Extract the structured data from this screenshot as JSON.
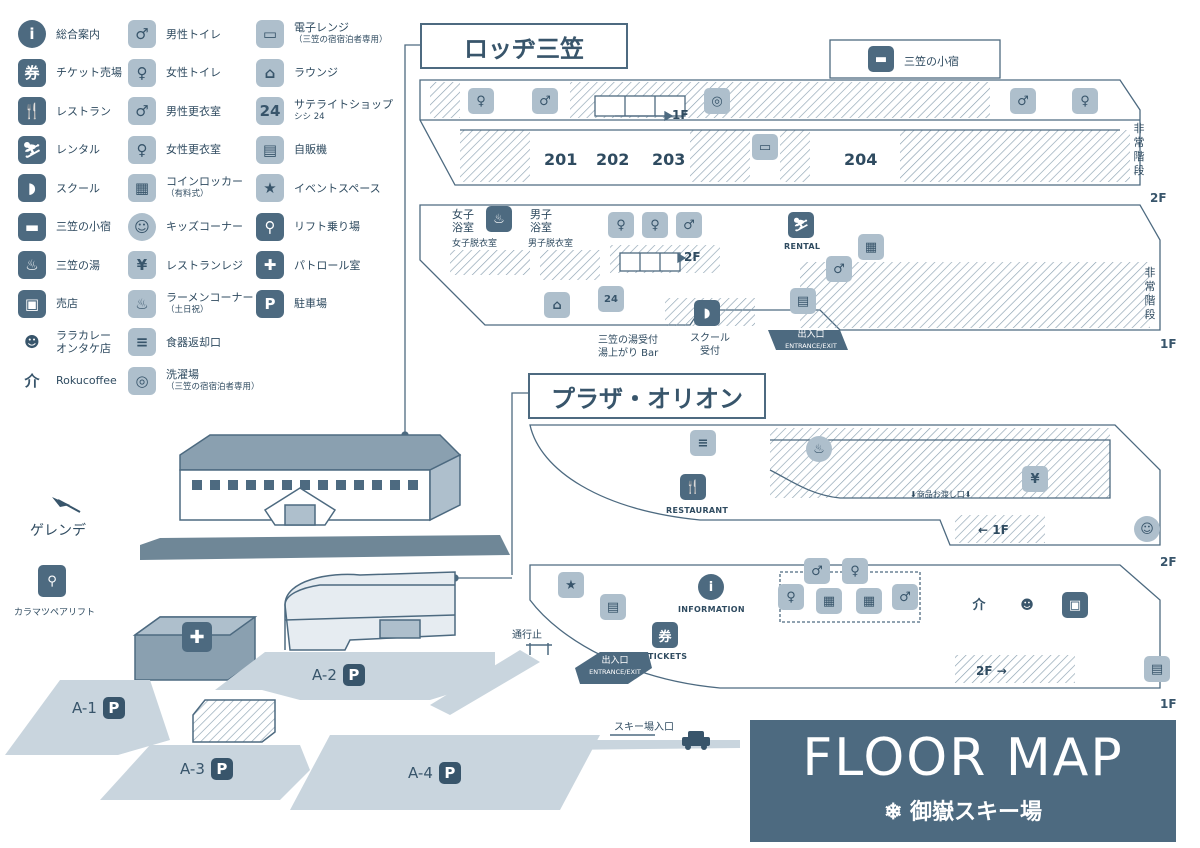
{
  "legend": [
    {
      "icon": "information-icon",
      "glyph": "i",
      "label": "総合案内",
      "round": true
    },
    {
      "icon": "ticket-counter-icon",
      "glyph": "券",
      "label": "チケット売場"
    },
    {
      "icon": "restaurant-icon",
      "glyph": "🍴",
      "label": "レストラン"
    },
    {
      "icon": "rental-icon",
      "glyph": "⛷",
      "label": "レンタル"
    },
    {
      "icon": "school-icon",
      "glyph": "◗",
      "label": "スクール"
    },
    {
      "icon": "lodge-bed-icon",
      "glyph": "▬",
      "label": "三笠の小宿"
    },
    {
      "icon": "hot-spring-icon",
      "glyph": "♨",
      "label": "三笠の湯"
    },
    {
      "icon": "shop-bag-icon",
      "glyph": "▣",
      "label": "売店"
    },
    {
      "icon": "curry-shop-icon",
      "glyph": "☻",
      "label": "ララカレー\nオンタケ店",
      "round": true,
      "plain": true
    },
    {
      "icon": "roku-coffee-icon",
      "glyph": "介",
      "label": "Rokucoffee",
      "plain": true
    },
    {
      "icon": "mens-toilet-icon",
      "glyph": "♂",
      "label": "男性トイレ",
      "light": true
    },
    {
      "icon": "womens-toilet-icon",
      "glyph": "♀",
      "label": "女性トイレ",
      "light": true
    },
    {
      "icon": "mens-changing-icon",
      "glyph": "♂",
      "label": "男性更衣室",
      "light": true
    },
    {
      "icon": "womens-changing-icon",
      "glyph": "♀",
      "label": "女性更衣室",
      "light": true
    },
    {
      "icon": "coin-locker-icon",
      "glyph": "▦",
      "label": "コインロッカー",
      "sub": "（有料式）",
      "light": true
    },
    {
      "icon": "kids-corner-icon",
      "glyph": "☺",
      "label": "キッズコーナー",
      "light": true,
      "round": true
    },
    {
      "icon": "restaurant-register-icon",
      "glyph": "¥",
      "label": "レストランレジ",
      "light": true
    },
    {
      "icon": "ramen-icon",
      "glyph": "♨",
      "label": "ラーメンコーナー",
      "sub": "（土日祝）",
      "light": true
    },
    {
      "icon": "tray-return-icon",
      "glyph": "≡",
      "label": "食器返却口",
      "light": true
    },
    {
      "icon": "laundry-icon",
      "glyph": "◎",
      "label": "洗濯場",
      "sub": "（三笠の宿宿泊者専用）",
      "light": true
    },
    {
      "icon": "microwave-icon",
      "glyph": "▭",
      "label": "電子レンジ",
      "sub": "（三笠の宿宿泊者専用）",
      "light": true
    },
    {
      "icon": "lounge-sofa-icon",
      "glyph": "⌂",
      "label": "ラウンジ",
      "light": true
    },
    {
      "icon": "satellite-shop-icon",
      "glyph": "24",
      "label": "サテライトショップ",
      "sub": "シシ 24",
      "light": true
    },
    {
      "icon": "vending-machine-icon",
      "glyph": "▤",
      "label": "自販機",
      "light": true
    },
    {
      "icon": "event-space-icon",
      "glyph": "★",
      "label": "イベントスペース",
      "light": true
    },
    {
      "icon": "lift-icon",
      "glyph": "⚲",
      "label": "リフト乗り場"
    },
    {
      "icon": "patrol-cross-icon",
      "glyph": "✚",
      "label": "パトロール室"
    },
    {
      "icon": "parking-icon",
      "glyph": "P",
      "label": "駐車場"
    }
  ],
  "lodge": {
    "title": "ロッヂ三笠",
    "floor2": "2F",
    "floor1": "1F",
    "koyado": "三笠の小宿",
    "rooms": [
      "201",
      "202",
      "203",
      "204"
    ],
    "stairs_down": "1F",
    "stairs_up": "2F",
    "emergency": "非常階段",
    "womens_bath": "女子\n浴室",
    "mens_bath": "男子\n浴室",
    "womens_dressing": "女子脱衣室",
    "mens_dressing": "男子脱衣室",
    "rental": "RENTAL",
    "yu_reception": "三笠の湯受付\n湯上がり Bar",
    "school_reception": "スクール\n受付",
    "entrance": "出入口",
    "entrance_en": "ENTRANCE/EXIT"
  },
  "plaza": {
    "title": "プラザ・オリオン",
    "floor2": "2F",
    "floor1": "1F",
    "restaurant": "RESTAURANT",
    "product_pass": "⬇商品お渡し口⬇",
    "stairs_down": "← 1F",
    "stairs_up": "2F →",
    "information": "INFORMATION",
    "tickets": "TICKETS",
    "entrance": "出入口",
    "entrance_en": "ENTRANCE/EXIT"
  },
  "area": {
    "slope": "ゲレンデ",
    "lift": "カラマツペアリフト",
    "no_entry": "通行止",
    "ski_entrance": "スキー場入口",
    "parking": [
      "A-1",
      "A-2",
      "A-3",
      "A-4"
    ],
    "parking_mark": "P"
  },
  "footer": {
    "title": "FLOOR MAP",
    "subtitle": "❄ 御嶽スキー場"
  },
  "colors": {
    "primary": "#4d6a80",
    "light": "#aebfcc",
    "text": "#2f4b60",
    "ground": "#c9d5de"
  }
}
